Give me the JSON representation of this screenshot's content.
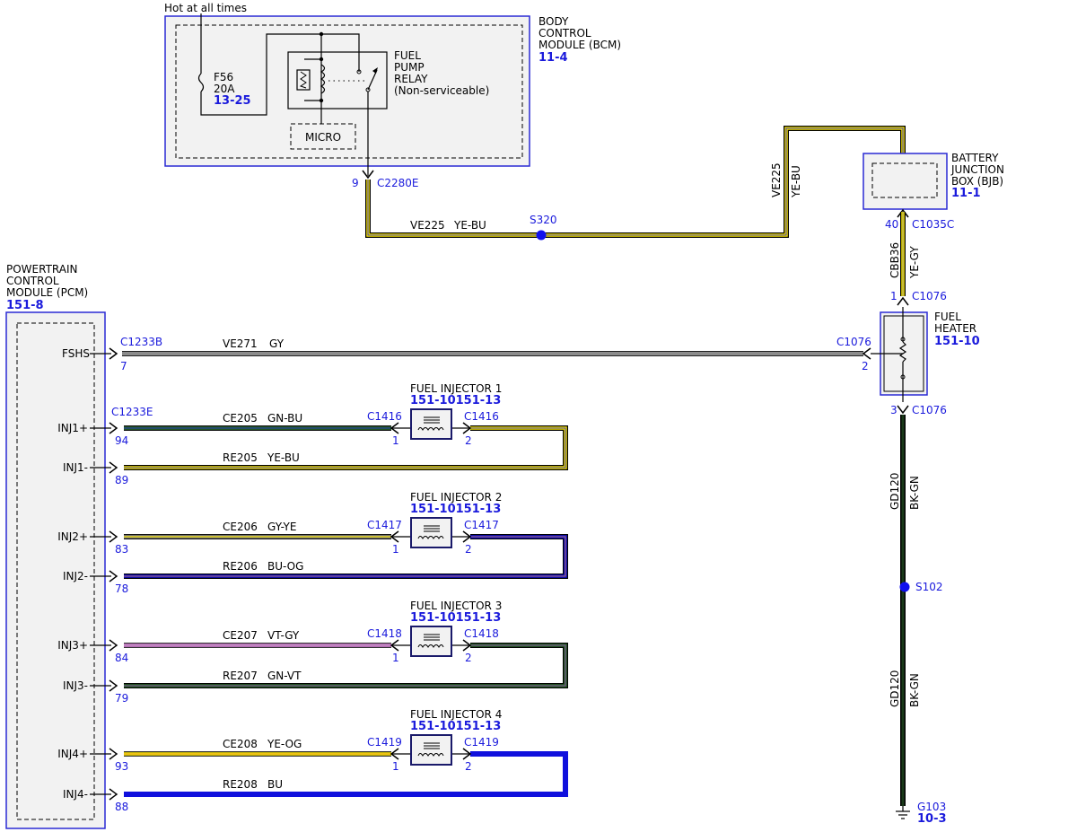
{
  "colors": {
    "connector_text": "#1a1adc",
    "module_border": "#2a2ad4",
    "module_fill": "#f2f2f2",
    "yellow": "#f2e000",
    "gray": "#8c8c8c",
    "green": "#2a6a2a",
    "blue": "#1010dd",
    "pink": "#e080e0",
    "dark_green": "#1a3a1a"
  },
  "header": {
    "hot": "Hot at all times"
  },
  "bcm": {
    "name_lines": [
      "BODY",
      "CONTROL",
      "MODULE (BCM)"
    ],
    "ref": "11-4",
    "fuse_name": "F56",
    "fuse_rating": "20A",
    "fuse_ref": "13-25",
    "relay_lines": [
      "FUEL",
      "PUMP",
      "RELAY",
      "(Non-serviceable)"
    ],
    "micro": "MICRO",
    "connector": "C2280E",
    "pin": "9"
  },
  "bjb": {
    "name_lines": [
      "BATTERY",
      "JUNCTION",
      "BOX (BJB)"
    ],
    "ref": "11-1",
    "connector": "C1035C",
    "pin": "40"
  },
  "wires": {
    "ve225": {
      "circuit": "VE225",
      "color": "YE-BU"
    },
    "cbb36": {
      "circuit": "CBB36",
      "color": "YE-GY"
    },
    "ve271": {
      "circuit": "VE271",
      "color": "GY"
    },
    "gd120": {
      "circuit": "GD120",
      "color": "BK-GN"
    }
  },
  "splices": {
    "s320": "S320",
    "s102": "S102"
  },
  "heater": {
    "name_lines": [
      "FUEL",
      "HEATER"
    ],
    "ref": "151-10",
    "connector": "C1076",
    "pin1": "1",
    "pin2": "2",
    "pin3": "3"
  },
  "pcm": {
    "name_lines": [
      "POWERTRAIN",
      "CONTROL",
      "MODULE (PCM)"
    ],
    "ref": "151-8",
    "fshs_label": "FSHS",
    "fshs_connector": "C1233B",
    "fshs_pin": "7",
    "inj_connector": "C1233E"
  },
  "injectors": [
    {
      "title": "FUEL INJECTOR 1",
      "ref": "151-10151-13",
      "connector": "C1416",
      "pos_label": "INJ1+",
      "neg_label": "INJ1-",
      "pos_pin": "94",
      "neg_pin": "89",
      "ce": "CE205",
      "ce_color": "GN-BU",
      "re": "RE205",
      "re_color": "YE-BU",
      "pin1": "1",
      "pin2": "2"
    },
    {
      "title": "FUEL INJECTOR 2",
      "ref": "151-10151-13",
      "connector": "C1417",
      "pos_label": "INJ2+",
      "neg_label": "INJ2-",
      "pos_pin": "83",
      "neg_pin": "78",
      "ce": "CE206",
      "ce_color": "GY-YE",
      "re": "RE206",
      "re_color": "BU-OG",
      "pin1": "1",
      "pin2": "2"
    },
    {
      "title": "FUEL INJECTOR 3",
      "ref": "151-10151-13",
      "connector": "C1418",
      "pos_label": "INJ3+",
      "neg_label": "INJ3-",
      "pos_pin": "84",
      "neg_pin": "79",
      "ce": "CE207",
      "ce_color": "VT-GY",
      "re": "RE207",
      "re_color": "GN-VT",
      "pin1": "1",
      "pin2": "2"
    },
    {
      "title": "FUEL INJECTOR 4",
      "ref": "151-10151-13",
      "connector": "C1419",
      "pos_label": "INJ4+",
      "neg_label": "INJ4-",
      "pos_pin": "93",
      "neg_pin": "88",
      "ce": "CE208",
      "ce_color": "YE-OG",
      "re": "RE208",
      "re_color": "BU",
      "pin1": "1",
      "pin2": "2"
    }
  ],
  "ground": {
    "name": "G103",
    "ref": "10-3"
  }
}
